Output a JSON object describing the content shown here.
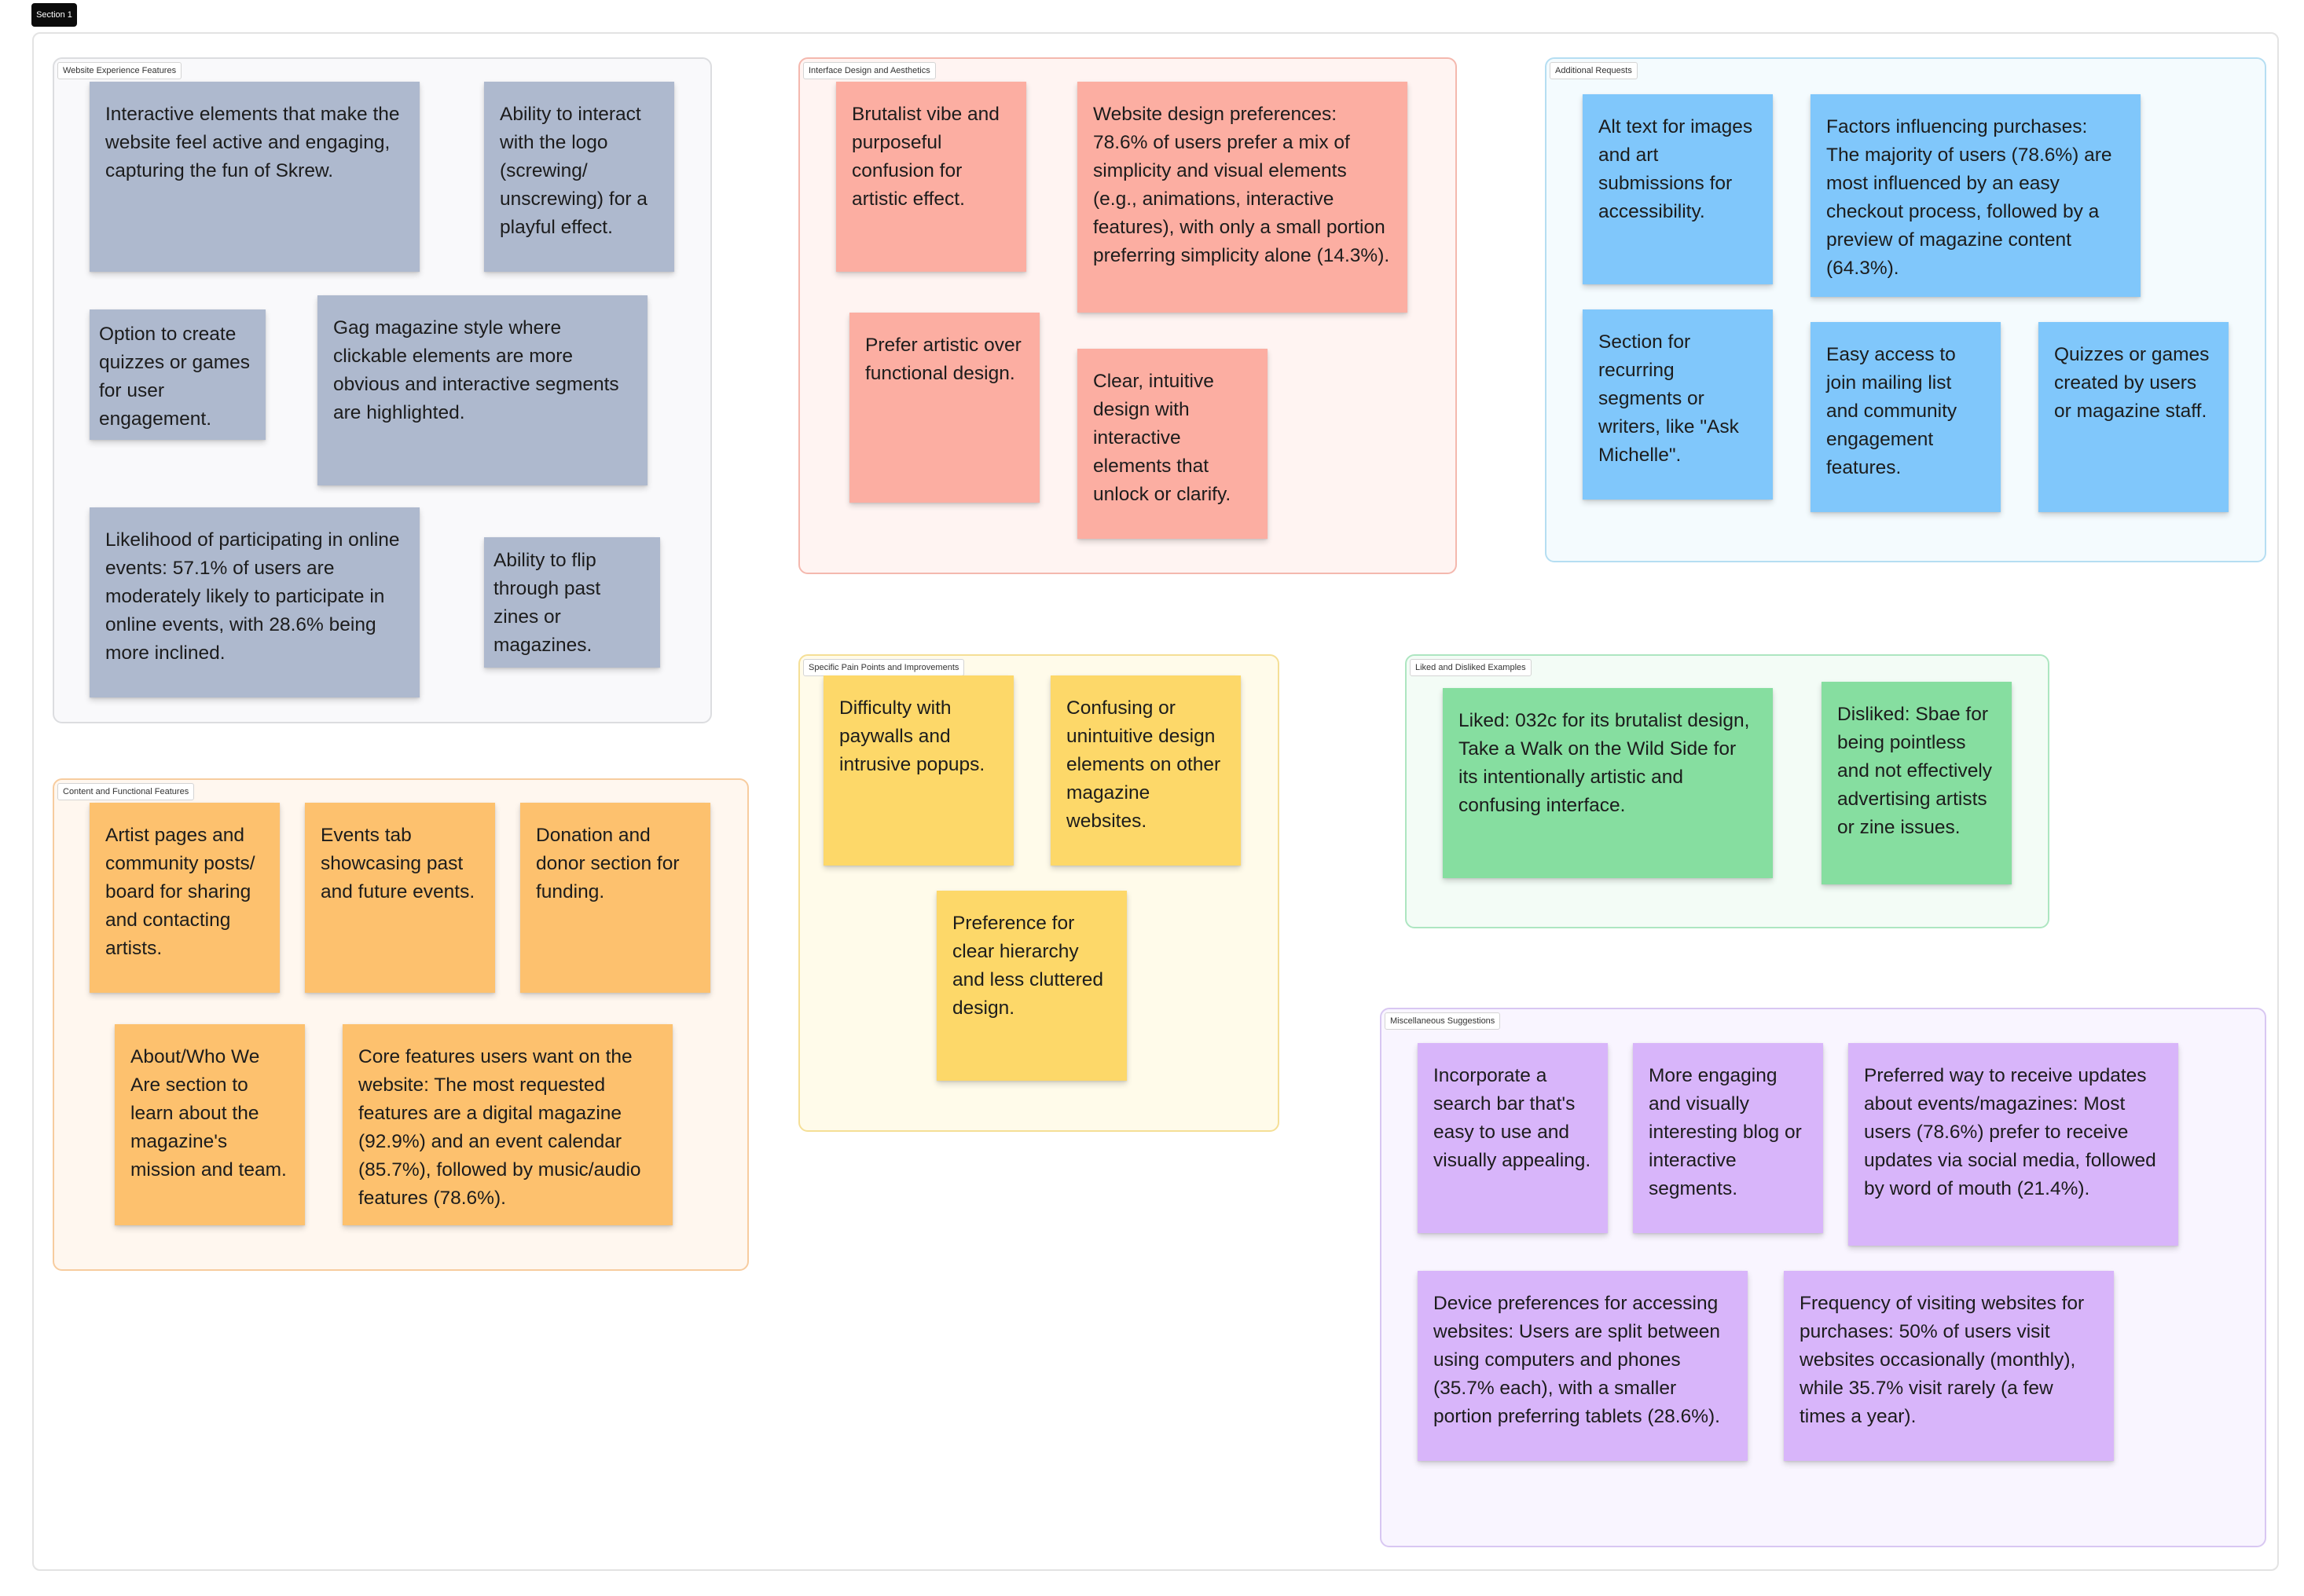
{
  "section": {
    "label": "Section 1"
  },
  "groups": {
    "website_experience": {
      "label": "Website Experience Features",
      "notes": [
        "Interactive elements that make the website feel active and engaging, capturing the fun of Skrew.",
        "Ability to interact with the logo (screwing/ unscrewing) for a playful effect.",
        "Option to create quizzes or games for user engagement.",
        "Gag magazine style where clickable elements are more obvious and interactive segments are highlighted.",
        "Likelihood of participating in online events: 57.1% of users are moderately likely to participate in online events, with 28.6% being more inclined.",
        "Ability to flip through past zines or magazines."
      ]
    },
    "interface_design": {
      "label": "Interface Design and Aesthetics",
      "notes": [
        "Brutalist vibe and purposeful confusion for artistic effect.",
        "Website design preferences: 78.6% of users prefer a mix of simplicity and visual elements (e.g., animations, interactive features), with only a small portion preferring simplicity alone (14.3%).",
        "Prefer artistic over functional design.",
        "Clear, intuitive design with interactive elements that unlock or clarify."
      ]
    },
    "additional_requests": {
      "label": "Additional Requests",
      "notes": [
        "Alt text for images and art submissions for accessibility.",
        "Factors influencing purchases: The majority of users (78.6%) are most influenced by an easy checkout process, followed by a preview of magazine content (64.3%).",
        "Section for recurring segments or writers, like \"Ask Michelle\".",
        "Easy access to join mailing list and community engagement features.",
        "Quizzes or games created by users or magazine staff."
      ]
    },
    "content_functional": {
      "label": "Content and Functional Features",
      "notes": [
        "Artist pages and community posts/ board for sharing and contacting artists.",
        "Events tab showcasing past and future events.",
        "Donation and donor section for funding.",
        "About/Who We Are section to learn about the magazine's mission and team.",
        "Core features users want on the website: The most requested features are a digital magazine (92.9%) and an event calendar (85.7%), followed by music/audio features (78.6%)."
      ]
    },
    "pain_points": {
      "label": "Specific Pain Points and Improvements",
      "notes": [
        "Difficulty with paywalls and intrusive popups.",
        "Confusing or unintuitive design elements on other magazine websites.",
        "Preference for clear hierarchy and less cluttered design."
      ]
    },
    "liked_disliked": {
      "label": "Liked and Disliked Examples",
      "notes": [
        "Liked: 032c for its brutalist design, Take a Walk on the Wild Side for its intentionally artistic and confusing interface.",
        "Disliked: Sbae for being pointless and not effectively advertising artists or zine issues."
      ]
    },
    "misc": {
      "label": "Miscellaneous Suggestions",
      "notes": [
        "Incorporate a search bar that's easy to use and visually appealing.",
        "More engaging and visually interesting blog or interactive segments.",
        "Preferred way to receive updates about events/magazines: Most users (78.6%) prefer to receive updates via social media, followed by word of mouth (21.4%).",
        "Device preferences for accessing websites: Users are split between using computers and phones (35.7% each), with a smaller portion preferring tablets (28.6%).",
        "Frequency of visiting websites for purchases: 50% of users visit websites occasionally (monthly), while 35.7% visit rarely (a few times a year)."
      ]
    }
  },
  "colors": {
    "gray_note": "#aeb9ce",
    "red_note": "#fcaea2",
    "blue_note": "#80c7fb",
    "orange_note": "#fdc16e",
    "yellow_note": "#fdd869",
    "green_note": "#86dea0",
    "purple_note": "#d8b5fa"
  }
}
